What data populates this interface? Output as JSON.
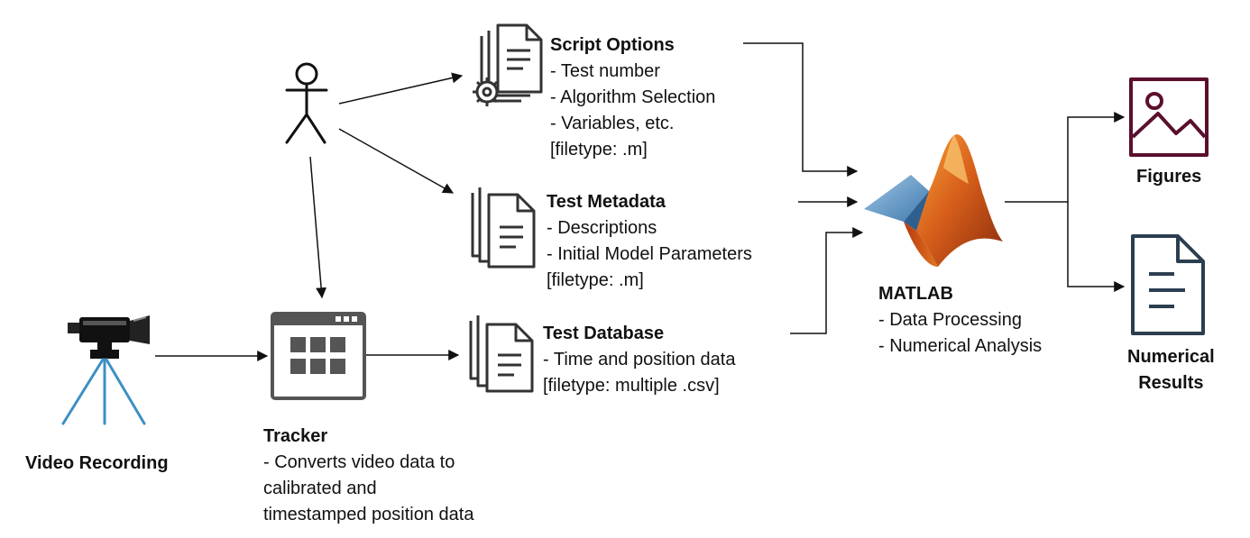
{
  "video": {
    "label": "Video Recording"
  },
  "tracker": {
    "title": "Tracker",
    "lines": [
      "- Converts video data to",
      "calibrated and",
      "timestamped position data"
    ]
  },
  "script_options": {
    "title": "Script Options",
    "lines": [
      "- Test number",
      "- Algorithm Selection",
      "- Variables, etc.",
      "[filetype: .m]"
    ]
  },
  "test_metadata": {
    "title": "Test Metadata",
    "lines": [
      "- Descriptions",
      "- Initial Model Parameters",
      "[filetype: .m]"
    ]
  },
  "test_database": {
    "title": "Test Database",
    "lines": [
      "- Time and position data",
      "[filetype: multiple .csv]"
    ]
  },
  "matlab": {
    "title": "MATLAB",
    "lines": [
      "- Data Processing",
      "- Numerical Analysis"
    ]
  },
  "figures": {
    "label": "Figures"
  },
  "numerical": {
    "lines": [
      "Numerical",
      "Results"
    ]
  },
  "colors": {
    "figure_icon": "#5a0f2e",
    "results_icon": "#2c3e50",
    "tripod": "#3d8fc4",
    "icon_gray": "#333333"
  }
}
